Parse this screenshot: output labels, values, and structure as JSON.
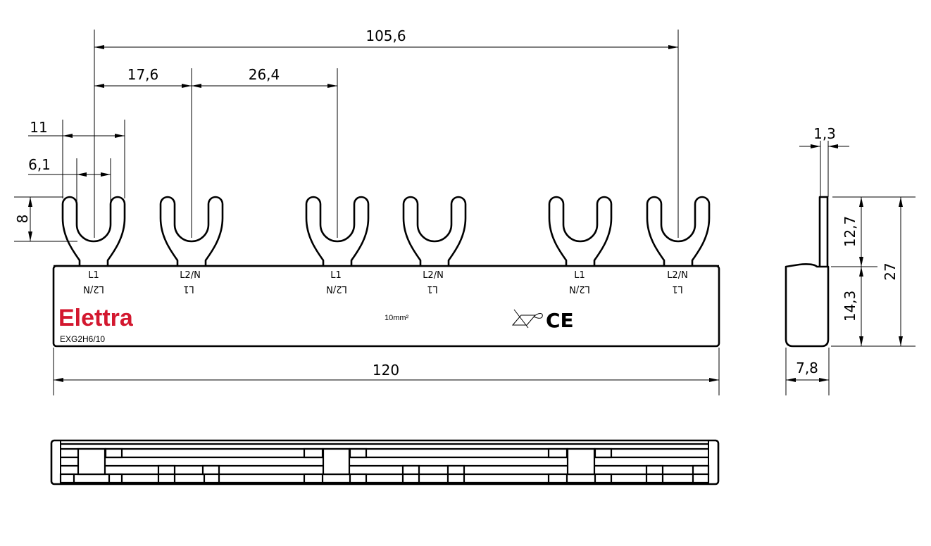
{
  "dimensions": {
    "overall_pitch": "105,6",
    "pitch_a": "17,6",
    "pitch_b": "26,4",
    "fork_outer_width": "11",
    "fork_slot_width": "6,1",
    "fork_slot_depth": "8",
    "total_length": "120",
    "lug_thickness": "1,3",
    "lug_height": "12,7",
    "body_height": "14,3",
    "total_height": "27",
    "body_width": "7,8"
  },
  "terminals": [
    {
      "top": "L1",
      "bottom": "L2/N"
    },
    {
      "top": "L2/N",
      "bottom": "L1"
    },
    {
      "top": "L1",
      "bottom": "L2/N"
    },
    {
      "top": "L2/N",
      "bottom": "L1"
    },
    {
      "top": "L1",
      "bottom": "L2/N"
    },
    {
      "top": "L2/N",
      "bottom": "L1"
    }
  ],
  "product": {
    "brand": "Elettra",
    "model": "EXG2H6/10",
    "cross_section": "10mm²",
    "certification": "CE"
  },
  "colors": {
    "brand": "#d3182f"
  }
}
